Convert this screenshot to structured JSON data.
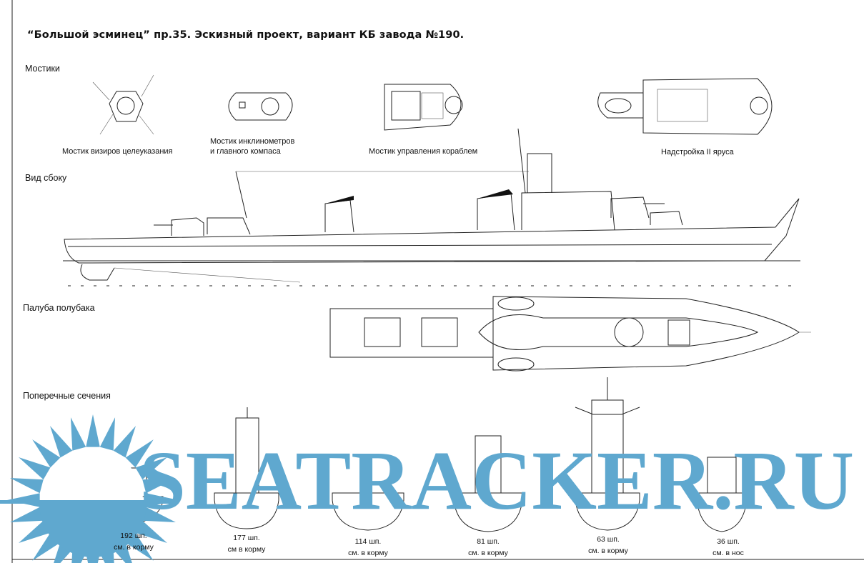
{
  "title": "“Большой эсминец” пр.35. Эскизный проект, вариант КБ завода №190.",
  "sections": {
    "bridges": "Мостики",
    "side_view": "Вид сбоку",
    "forecastle_deck": "Палуба полубака",
    "cross_sections": "Поперечные сечения"
  },
  "bridge_captions": {
    "target_sight": "Мостик визиров целеуказания",
    "inclinometer_line1": "Мостик инклинометров",
    "inclinometer_line2": "и главного компаса",
    "ship_control": "Мостик управления кораблем",
    "superstructure": "Надстройка  II яруса"
  },
  "cross_section_captions": [
    {
      "frame": "192 шп.",
      "view": "см. в корму"
    },
    {
      "frame": "177 шп.",
      "view": "см  в корму"
    },
    {
      "frame": "114 шп.",
      "view": "см. в корму"
    },
    {
      "frame": "81 шп.",
      "view": "см. в корму"
    },
    {
      "frame": "63 шп.",
      "view": "см. в корму"
    },
    {
      "frame": "36 шп.",
      "view": "см. в нос"
    }
  ],
  "watermark": {
    "text": "SEATRACKER.RU",
    "color": "#5fa8cf"
  }
}
